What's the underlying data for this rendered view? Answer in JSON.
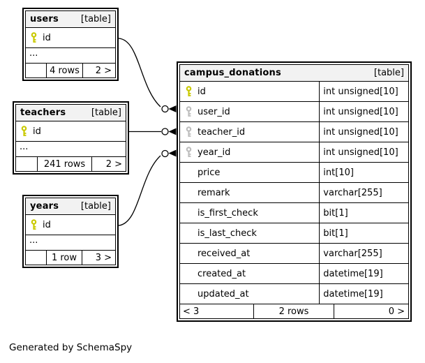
{
  "page": {
    "credit": "Generated by SchemaSpy"
  },
  "colors": {
    "pk_key": "#c9c900",
    "fk_key": "#bdbdbd",
    "header_bg": "#f2f2f2",
    "line": "#000000"
  },
  "icons": {
    "primary_key": "key-icon (yellow)",
    "foreign_key": "key-icon (gray)"
  },
  "tables": {
    "users": {
      "name": "users",
      "tag": "[table]",
      "columns": [
        {
          "name": "id",
          "key": "primary"
        }
      ],
      "ellipsis": "...",
      "footer": {
        "left": "",
        "center": "4 rows",
        "right": "2 >"
      }
    },
    "teachers": {
      "name": "teachers",
      "tag": "[table]",
      "columns": [
        {
          "name": "id",
          "key": "primary"
        }
      ],
      "ellipsis": "...",
      "footer": {
        "left": "",
        "center": "241 rows",
        "right": "2 >"
      }
    },
    "years": {
      "name": "years",
      "tag": "[table]",
      "columns": [
        {
          "name": "id",
          "key": "primary"
        }
      ],
      "ellipsis": "...",
      "footer": {
        "left": "",
        "center": "1 row",
        "right": "3 >"
      }
    },
    "campus_donations": {
      "name": "campus_donations",
      "tag": "[table]",
      "columns": [
        {
          "name": "id",
          "type": "int unsigned[10]",
          "key": "primary"
        },
        {
          "name": "user_id",
          "type": "int unsigned[10]",
          "key": "foreign"
        },
        {
          "name": "teacher_id",
          "type": "int unsigned[10]",
          "key": "foreign"
        },
        {
          "name": "year_id",
          "type": "int unsigned[10]",
          "key": "foreign"
        },
        {
          "name": "price",
          "type": "int[10]",
          "key": ""
        },
        {
          "name": "remark",
          "type": "varchar[255]",
          "key": ""
        },
        {
          "name": "is_first_check",
          "type": "bit[1]",
          "key": ""
        },
        {
          "name": "is_last_check",
          "type": "bit[1]",
          "key": ""
        },
        {
          "name": "received_at",
          "type": "varchar[255]",
          "key": ""
        },
        {
          "name": "created_at",
          "type": "datetime[19]",
          "key": ""
        },
        {
          "name": "updated_at",
          "type": "datetime[19]",
          "key": ""
        }
      ],
      "footer": {
        "left": "< 3",
        "center": "2 rows",
        "right": "0 >"
      }
    }
  }
}
